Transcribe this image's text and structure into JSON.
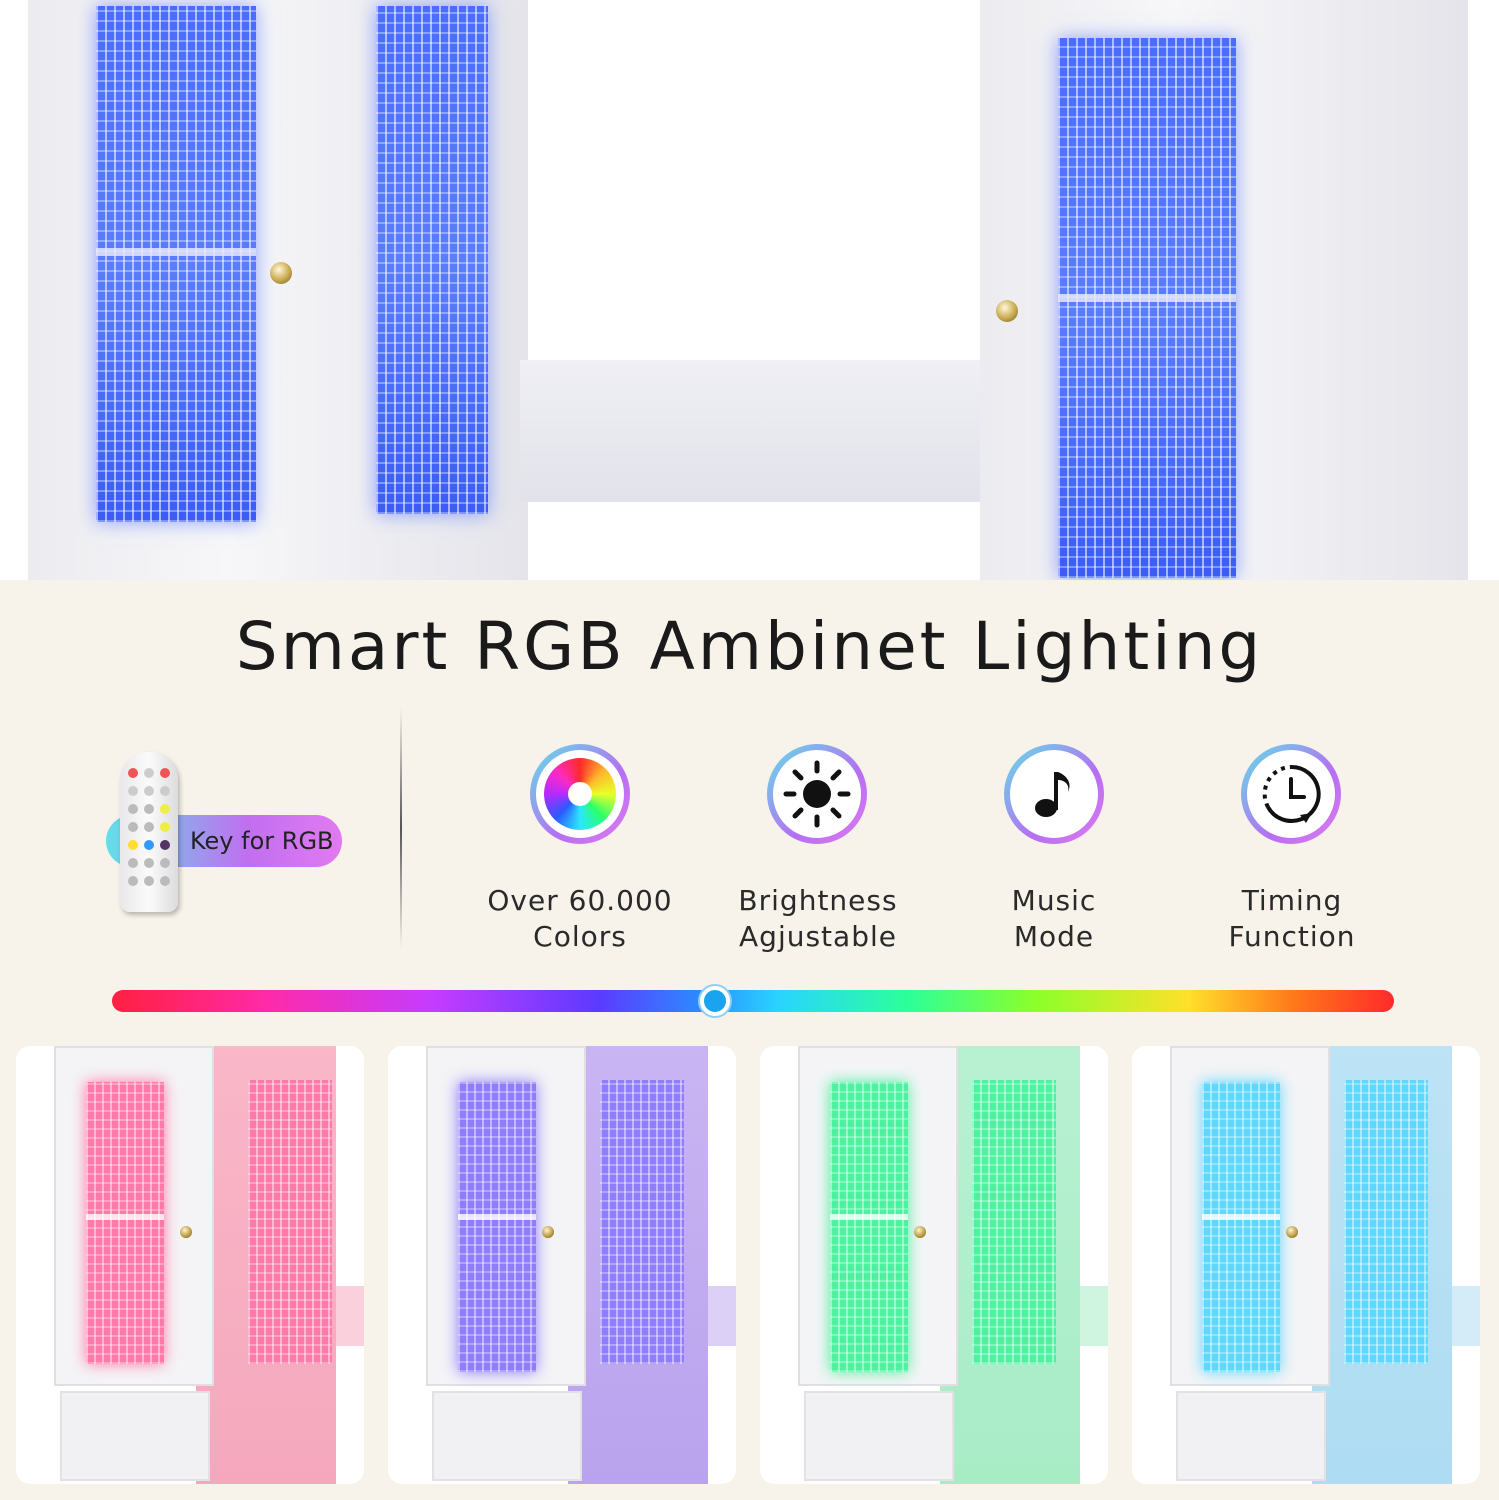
{
  "title": "Smart RGB Ambinet Lighting",
  "remote": {
    "label": "Key for RGB",
    "icon": "remote-control-icon"
  },
  "features": [
    {
      "icon": "color-wheel-icon",
      "line1": "Over 60.000",
      "line2": "Colors"
    },
    {
      "icon": "sun-brightness-icon",
      "line1": "Brightness",
      "line2": "Agjustable"
    },
    {
      "icon": "music-note-icon",
      "line1": "Music",
      "line2": "Mode"
    },
    {
      "icon": "timer-clock-icon",
      "line1": "Timing",
      "line2": "Function"
    }
  ],
  "color_slider": {
    "position": 0.47,
    "knob_color": "#1aa3ee"
  },
  "variants": [
    {
      "name": "pink",
      "glow": "#ff7aa8",
      "side": "#f9b7c8"
    },
    {
      "name": "purple",
      "glow": "#8f7cff",
      "side": "#c9b5f2"
    },
    {
      "name": "green",
      "glow": "#4ff0a0",
      "side": "#b8f1d2"
    },
    {
      "name": "blue",
      "glow": "#5fd8ff",
      "side": "#bde3f5"
    }
  ],
  "colors": {
    "accent_gradient_start": "#62e0e6",
    "accent_gradient_end": "#e27af0",
    "background": "#f7f3ea",
    "hero_glow": "#4a6cff"
  }
}
